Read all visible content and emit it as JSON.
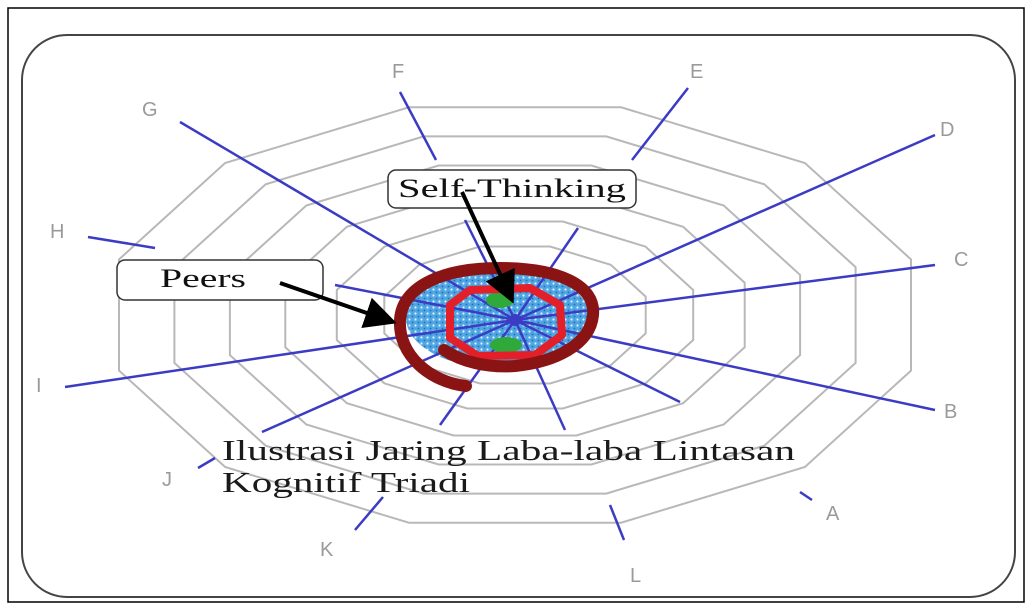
{
  "spoke_labels": [
    "A",
    "B",
    "C",
    "D",
    "E",
    "F",
    "G",
    "H",
    "I",
    "J",
    "K",
    "L"
  ],
  "callouts": {
    "self_thinking": "Self-Thinking",
    "peers": "Peers"
  },
  "caption": {
    "line1": "Ilustrasi Jaring Laba-laba Lintasan",
    "line2": "Kognitif  Triadi"
  },
  "colors": {
    "web": "#b8b8b8",
    "spoke": "#3b3bc4",
    "spiral": "#8a1414",
    "octagon": "#e3202a",
    "core_fill": "#4fa6e2",
    "core_green": "#2faa3a",
    "arrow": "#000000"
  }
}
